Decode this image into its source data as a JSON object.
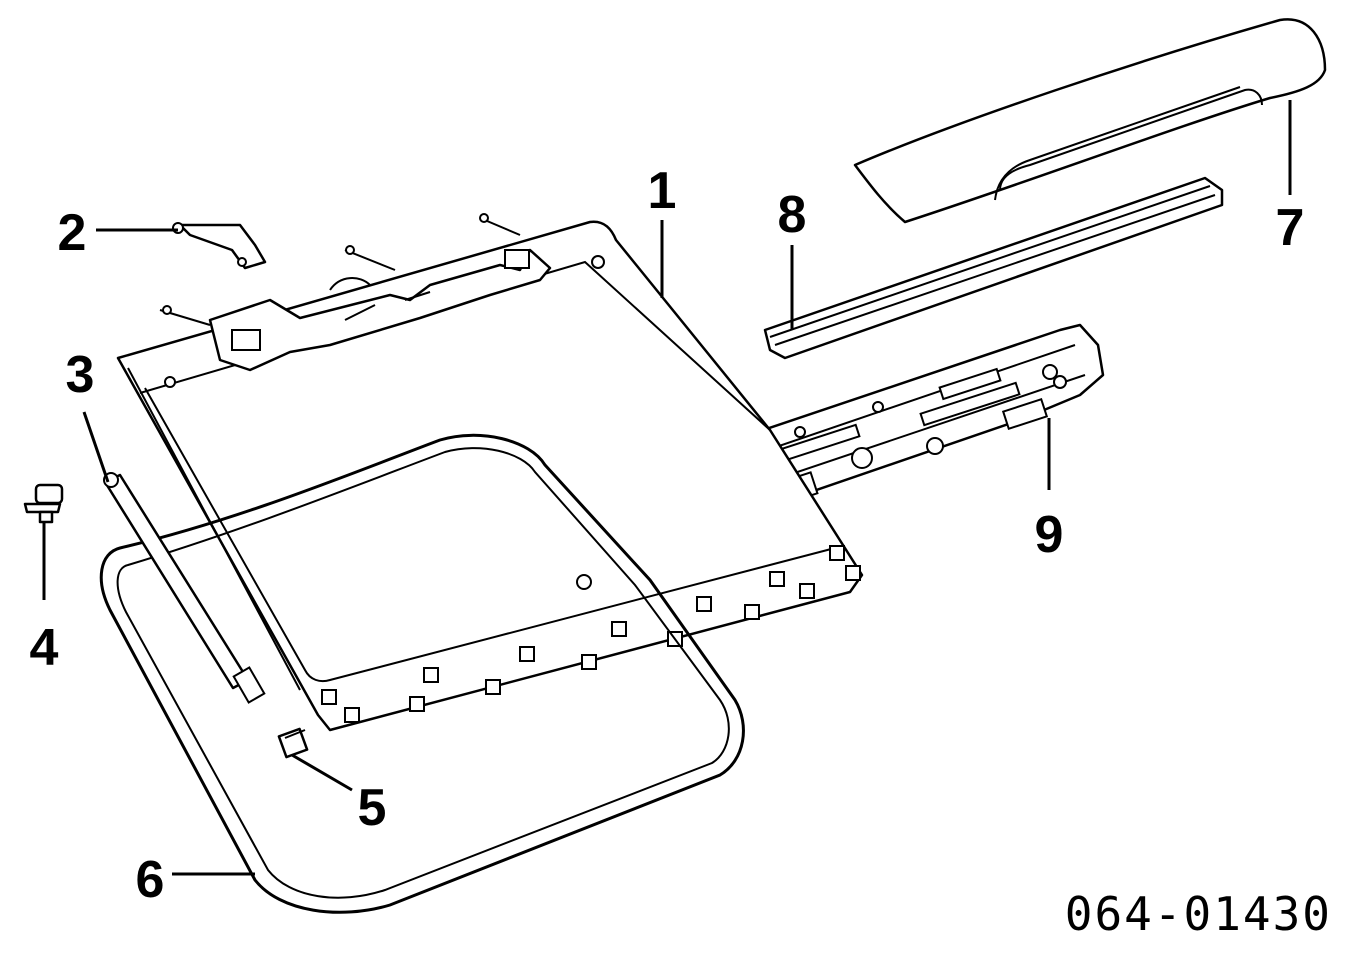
{
  "diagram": {
    "callouts": [
      {
        "id": "c1",
        "label": "1"
      },
      {
        "id": "c2",
        "label": "2"
      },
      {
        "id": "c3",
        "label": "3"
      },
      {
        "id": "c4",
        "label": "4"
      },
      {
        "id": "c5",
        "label": "5"
      },
      {
        "id": "c6",
        "label": "6"
      },
      {
        "id": "c7",
        "label": "7"
      },
      {
        "id": "c8",
        "label": "8"
      },
      {
        "id": "c9",
        "label": "9"
      }
    ],
    "drawing_number": "064-01430"
  }
}
